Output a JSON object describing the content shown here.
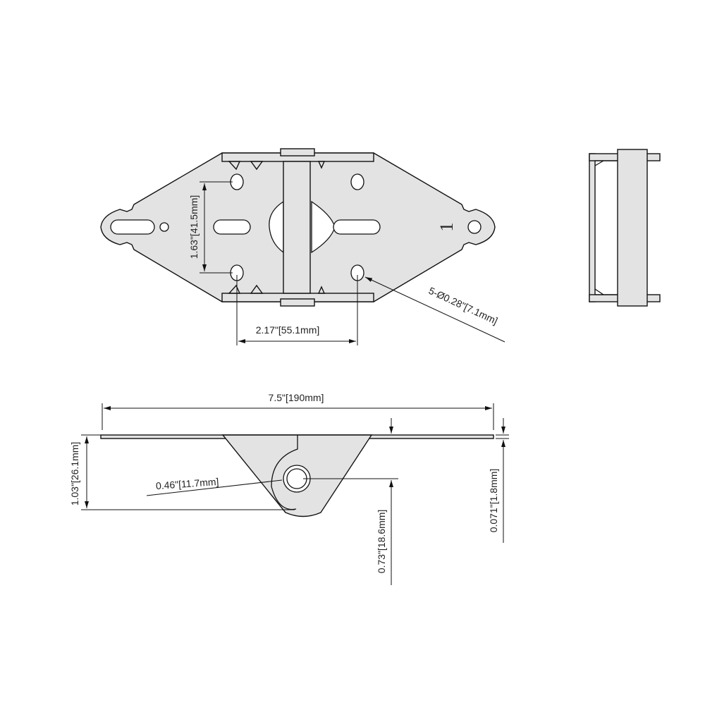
{
  "dimensions": {
    "hole_spacing_vertical": "1.63\"[41.5mm]",
    "hole_spacing_horizontal": "2.17\"[55.1mm]",
    "hole_diameter": "5-Ø0.28\"[7.1mm]",
    "overall_length": "7.5\"[190mm]",
    "overall_height": "1.03\"[26.1mm]",
    "tube_diameter": "0.46\"[11.7mm]",
    "tube_center_height": "0.73\"[18.6mm]",
    "plate_thickness": "0.071\"[1.8mm]"
  },
  "part_marking": "1",
  "colors": {
    "part_fill": "#e3e3e3",
    "line": "#111111"
  }
}
